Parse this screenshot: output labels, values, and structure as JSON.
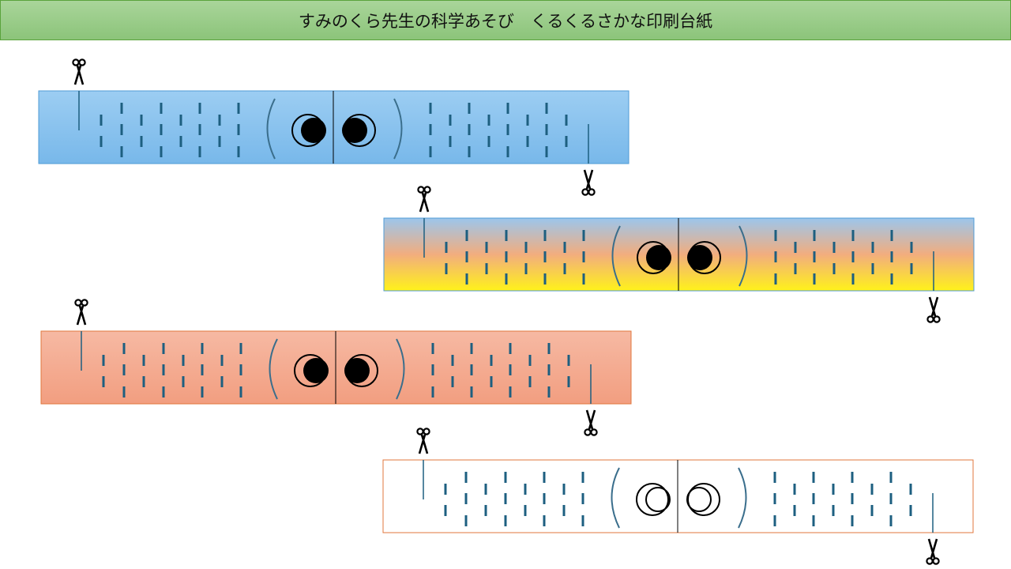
{
  "title": "すみのくら先生の科学あそび　くるくるさかな印刷台紙",
  "strips": [
    {
      "name": "blue",
      "fill": [
        "#9ccdf2",
        "#78b8ea"
      ],
      "border": "#4f9bd6",
      "pupils": true
    },
    {
      "name": "sunset",
      "fill": [
        "#9cc6ec",
        "#f2ad7e",
        "#fff21a"
      ],
      "border": "#4f9bd6",
      "pupils": true
    },
    {
      "name": "salmon",
      "fill": [
        "#f6b9a3",
        "#f29e80"
      ],
      "border": "#e0773e",
      "pupils": true
    },
    {
      "name": "white",
      "fill": [
        "#ffffff",
        "#ffffff"
      ],
      "border": "#e0773e",
      "pupils": false
    }
  ],
  "colors": {
    "dash": "#1d5f80",
    "paren": "#3a6e8c"
  }
}
